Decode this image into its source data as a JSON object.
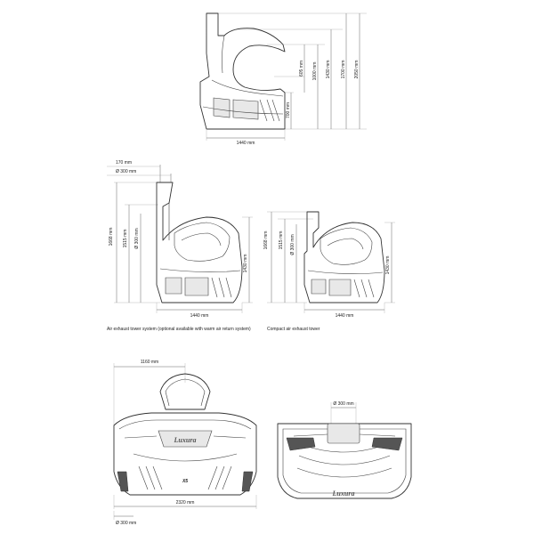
{
  "top_side_view": {
    "width_label": "1440 mm",
    "height_labels": [
      "605 mm",
      "1000 mm",
      "1430 mm",
      "1700 mm",
      "2050 mm"
    ],
    "lower_label": "700 mm"
  },
  "tower_view": {
    "top_labels": [
      "170 mm",
      "Ø 300 mm"
    ],
    "height_labels": [
      "1668 mm",
      "1515 mm",
      "Ø 300 mm"
    ],
    "right_label": "1430 mm",
    "width_label": "1440 mm",
    "caption": "Air exhaust tower system (optional available with warm air return system)"
  },
  "compact_view": {
    "height_labels": [
      "1668 mm",
      "1515 mm",
      "Ø 300 mm"
    ],
    "right_label": "1430 mm",
    "width_label": "1440 mm",
    "caption": "Compact air exhaust tower"
  },
  "front_view": {
    "top_label": "1160 mm",
    "width_label": "2320 mm",
    "bottom_label": "Ø 300 mm",
    "brand": "Luxura",
    "model": "X5"
  },
  "top_view": {
    "top_label": "Ø 300 mm",
    "brand": "Luxura"
  }
}
